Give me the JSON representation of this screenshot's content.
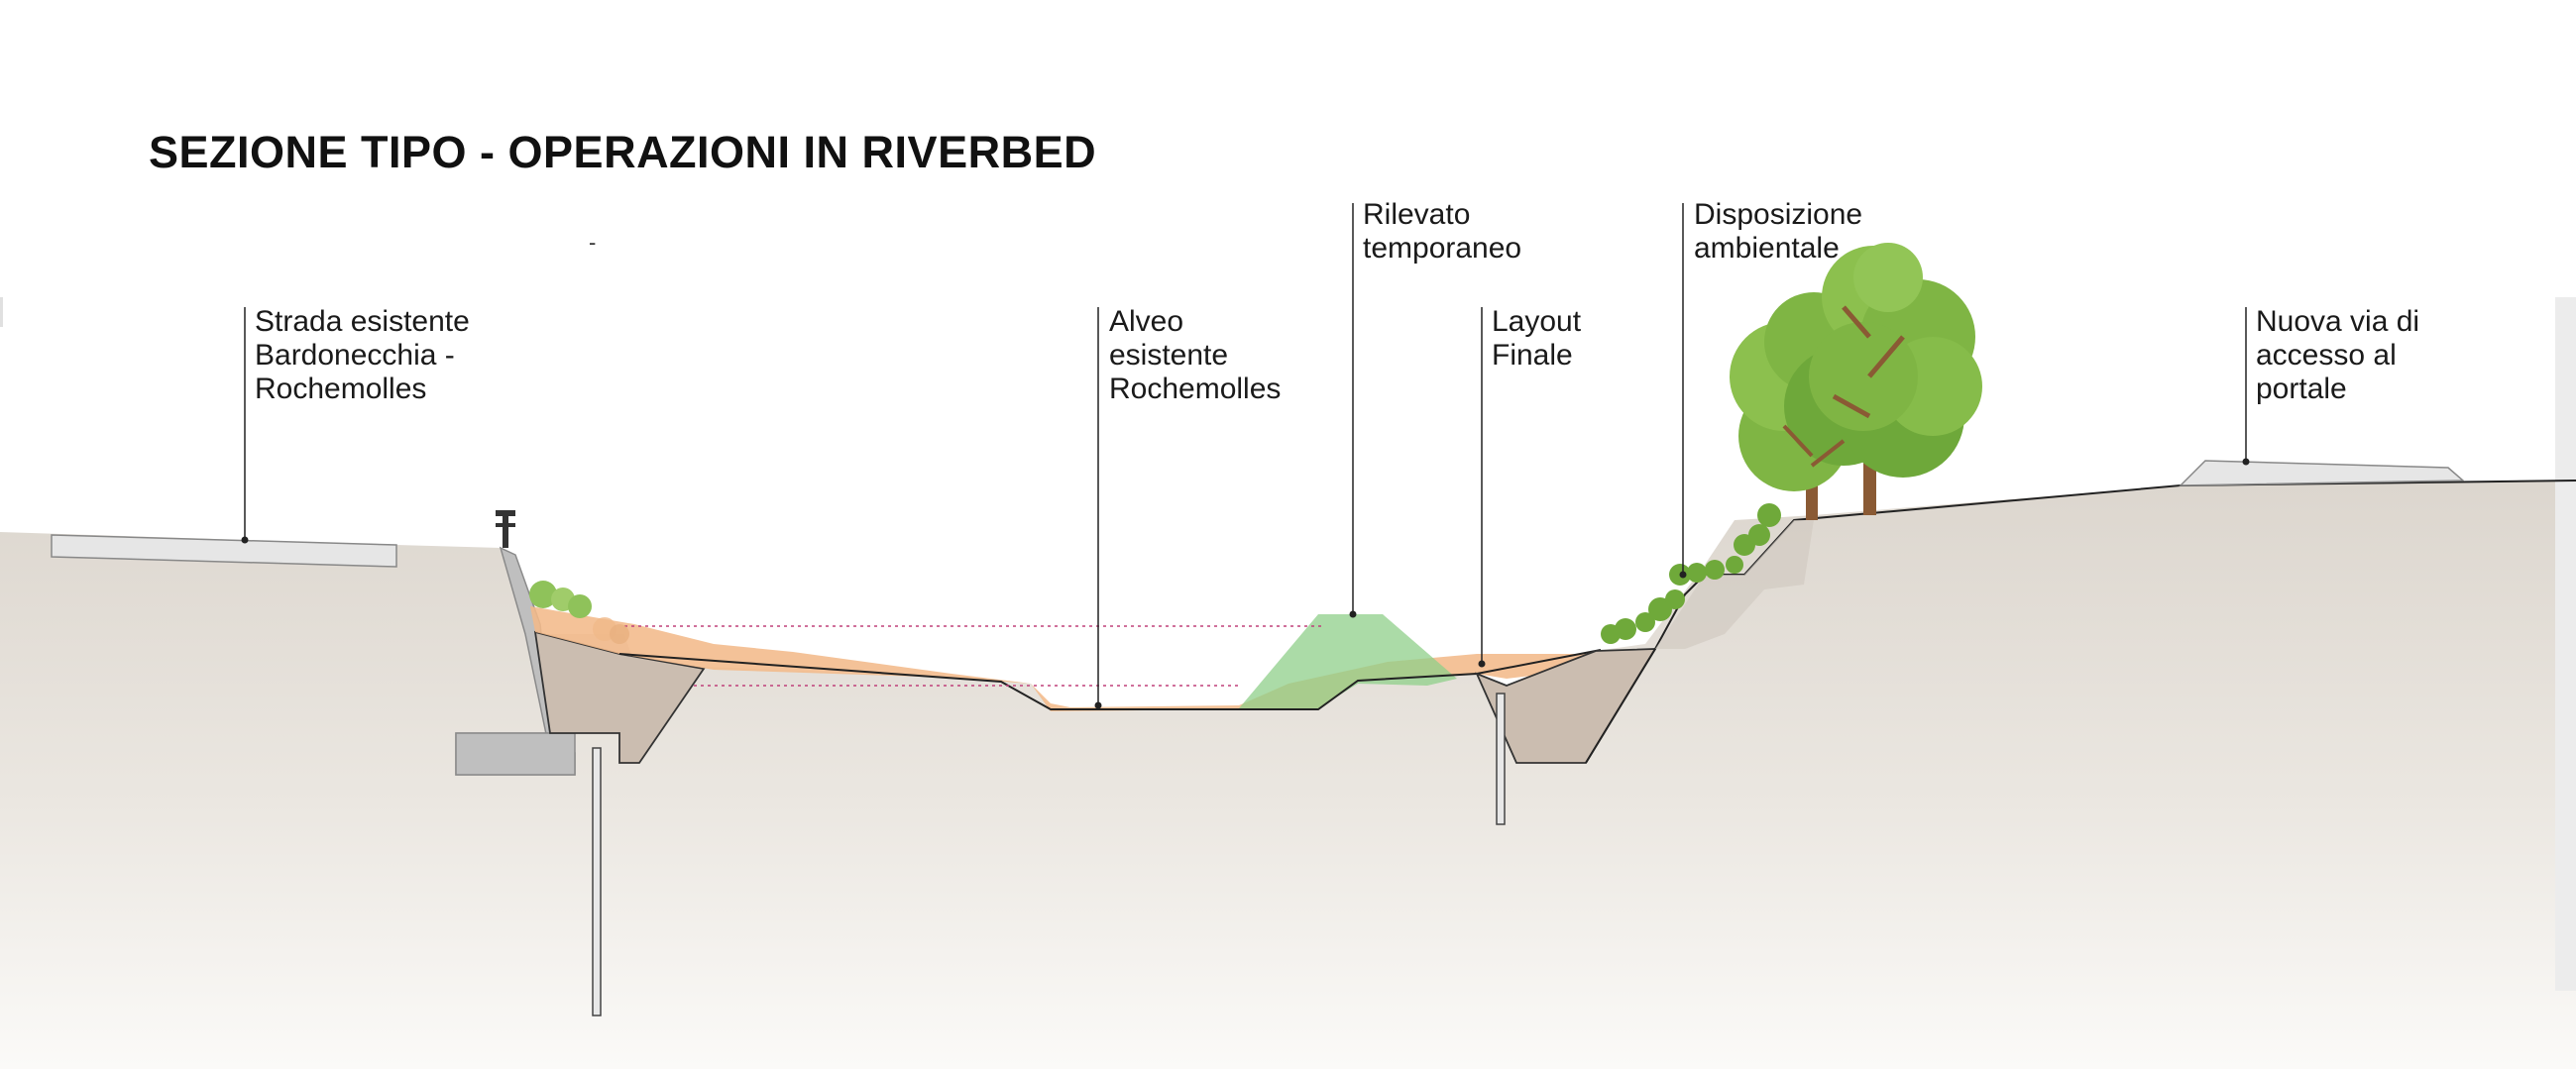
{
  "title": "SEZIONE TIPO - OPERAZIONI IN RIVERBED",
  "stray_mark": "-",
  "labels": {
    "strada": [
      "Strada esistente",
      "Bardonecchia -",
      "Rochemolles"
    ],
    "alveo": [
      "Alveo",
      "esistente",
      "Rochemolles"
    ],
    "rilevato": [
      "Rilevato",
      "temporaneo"
    ],
    "layout": [
      "Layout",
      "Finale"
    ],
    "disposizione": [
      "Disposizione",
      "ambientale"
    ],
    "nuova_via": [
      "Nuova via di",
      "accesso al",
      "portale"
    ]
  },
  "colors": {
    "ground": "#dcd6ce",
    "ground_fade": "#fbfaf8",
    "excavation": "#cbbdb0",
    "fill": "#f2b98a",
    "temporary_embankment": "#8fcf8a",
    "concrete": "#bfbfbf",
    "road": "#e6e6e6",
    "tree_canopy": "#7fb544",
    "tree_canopy_dark": "#5e9a2c",
    "trunk": "#8a5a34",
    "water_level": "#c0407a",
    "leader": "#222222"
  }
}
